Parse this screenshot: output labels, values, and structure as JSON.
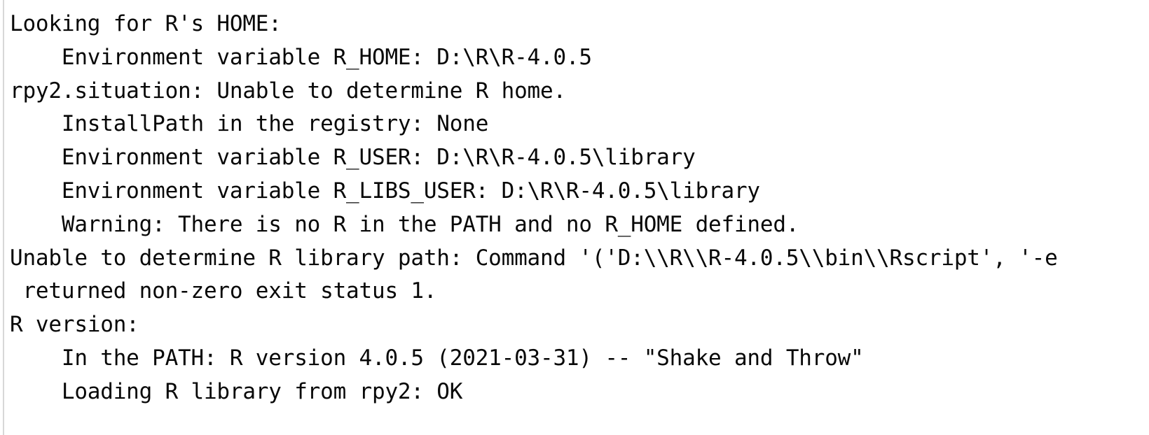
{
  "console": {
    "lines": [
      "Looking for R's HOME:",
      "    Environment variable R_HOME: D:\\R\\R-4.0.5",
      "rpy2.situation: Unable to determine R home.",
      "    InstallPath in the registry: None",
      "    Environment variable R_USER: D:\\R\\R-4.0.5\\library",
      "    Environment variable R_LIBS_USER: D:\\R\\R-4.0.5\\library",
      "    Warning: There is no R in the PATH and no R_HOME defined.",
      "Unable to determine R library path: Command '('D:\\\\R\\\\R-4.0.5\\\\bin\\\\Rscript', '-e",
      " returned non-zero exit status 1.",
      "R version:",
      "    In the PATH: R version 4.0.5 (2021-03-31) -- \"Shake and Throw\"",
      "    Loading R library from rpy2: OK"
    ]
  }
}
